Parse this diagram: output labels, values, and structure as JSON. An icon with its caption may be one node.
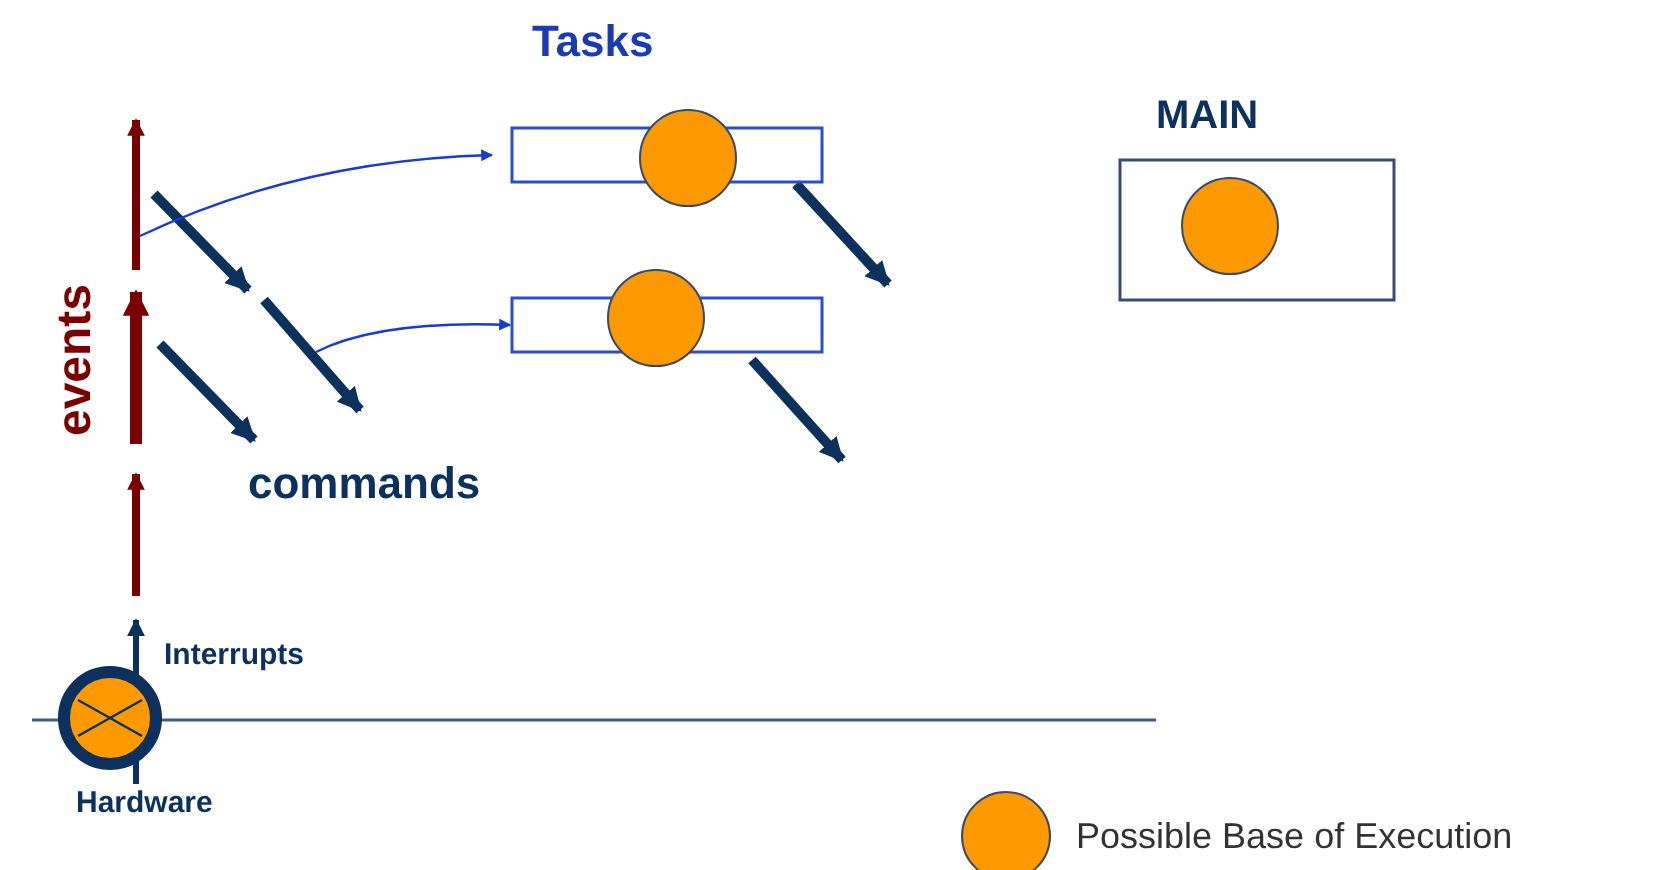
{
  "diagram": {
    "nodes": [
      {
        "text": [],
        "shape": "box"
      },
      {
        "text": [],
        "shape": "box"
      },
      {
        "text": [
          "MAIN"
        ]
      }
    ],
    "edges": [
      {
        "from": null,
        "to": 0,
        "arrow": "to"
      },
      {
        "from": null,
        "to": 1,
        "arrow": "to"
      }
    ],
    "labels": [
      "Tasks",
      "events",
      "commands",
      "Interrupts",
      "Hardware"
    ],
    "legend": [
      {
        "text": "Possible Base of Execution",
        "color": "#ff9900"
      }
    ]
  }
}
